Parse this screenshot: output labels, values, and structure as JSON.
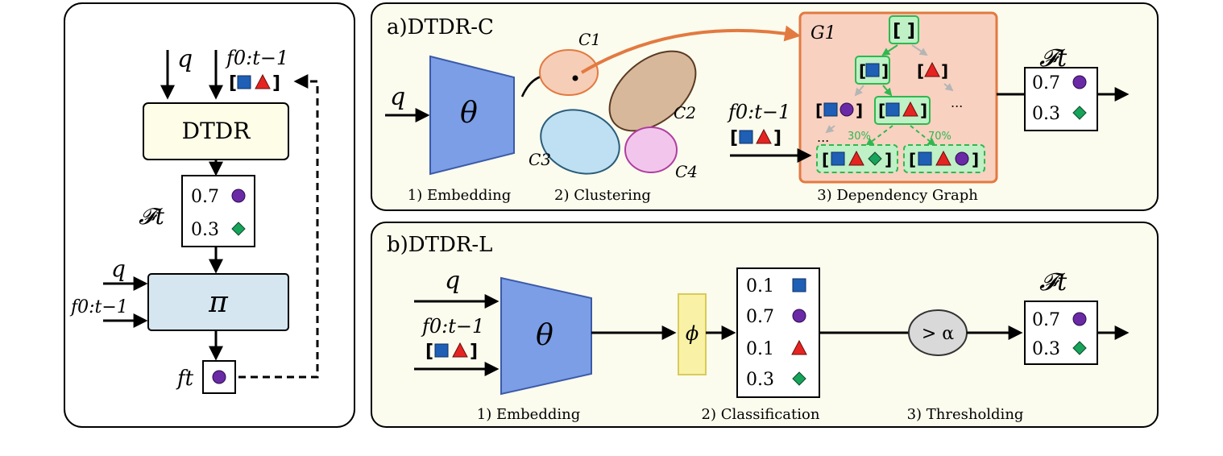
{
  "colors": {
    "panel_bg": "#fbfbee",
    "dtdr_box": "#fdfde8",
    "policy_box": "#d6e6f1",
    "encoder": "#7b9ee6",
    "graph_bg": "#f8d1c1",
    "graph_border": "#e27a40",
    "green": "#2fb84f",
    "green_fill": "#bff0c6",
    "square": "#1f5fb5",
    "triangle": "#e52421",
    "circle": "#6a2aa5",
    "diamond": "#18a35b",
    "cluster1": "#f6cdb6",
    "cluster2": "#d8b89b",
    "cluster3": "#bfe0f2",
    "cluster4": "#f2c6ec",
    "phi_box": "#f8f1a6",
    "threshold": "#d9d9d9"
  },
  "icons": [
    "square-icon",
    "triangle-icon",
    "circle-icon",
    "diamond-icon"
  ],
  "left": {
    "q": "q",
    "f_history": "f0:t−1",
    "dtdr_label": "DTDR",
    "F_t": "𝓕t",
    "probs": [
      "0.7",
      "0.3"
    ],
    "q2": "q",
    "f_history2": "f0:t−1",
    "pi": "π",
    "f_t": "ft"
  },
  "panel_a": {
    "title": "a)DTDR-C",
    "q": "q",
    "theta": "θ",
    "clusters": [
      "C1",
      "C2",
      "C3",
      "C4"
    ],
    "graph_label": "G1",
    "graph_root": "[ ]",
    "ellipsis": [
      "...",
      "..."
    ],
    "pcts": [
      "30%",
      "70%"
    ],
    "f_history": "f0:t−1",
    "F_t": "𝓕t",
    "probs": [
      "0.7",
      "0.3"
    ],
    "steps": [
      "1) Embedding",
      "2) Clustering",
      "3) Dependency Graph"
    ]
  },
  "panel_b": {
    "title": "b)DTDR-L",
    "q": "q",
    "f_history": "f0:t−1",
    "theta": "θ",
    "phi": "ϕ",
    "class_probs": [
      "0.1",
      "0.7",
      "0.1",
      "0.3"
    ],
    "threshold": "> α",
    "F_t": "𝓕t",
    "probs": [
      "0.7",
      "0.3"
    ],
    "steps": [
      "1) Embedding",
      "2) Classification",
      "3) Thresholding"
    ]
  }
}
